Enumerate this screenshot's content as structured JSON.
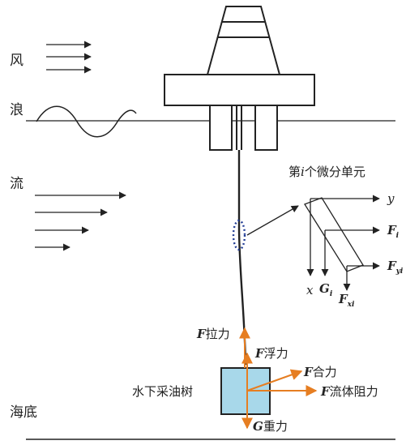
{
  "labels": {
    "wind": "风",
    "wave": "浪",
    "current": "流",
    "seabed": "海底",
    "tree": "水下采油树",
    "micro_title": "第i个微分单元",
    "axis_x": "x",
    "axis_y": "y"
  },
  "forces": {
    "tension": {
      "sym": "F",
      "text": "拉力"
    },
    "buoyancy": {
      "sym": "F",
      "text": "浮力"
    },
    "resultant": {
      "sym": "F",
      "text": "合力"
    },
    "drag": {
      "sym": "F",
      "text": "流体阻力"
    },
    "gravity": {
      "sym": "G",
      "text": "重力"
    }
  },
  "micro_forces": {
    "fi": {
      "sym": "F",
      "sub": "i"
    },
    "fyi": {
      "sym": "F",
      "sub": "yi"
    },
    "gi": {
      "sym": "G",
      "sub": "i"
    },
    "fxi": {
      "sym": "F",
      "sub": "xi"
    }
  },
  "colors": {
    "line": "#222222",
    "force": "#e67e22",
    "tree_fill": "#a8d8ea",
    "riser_dots": "#1f3a93"
  }
}
